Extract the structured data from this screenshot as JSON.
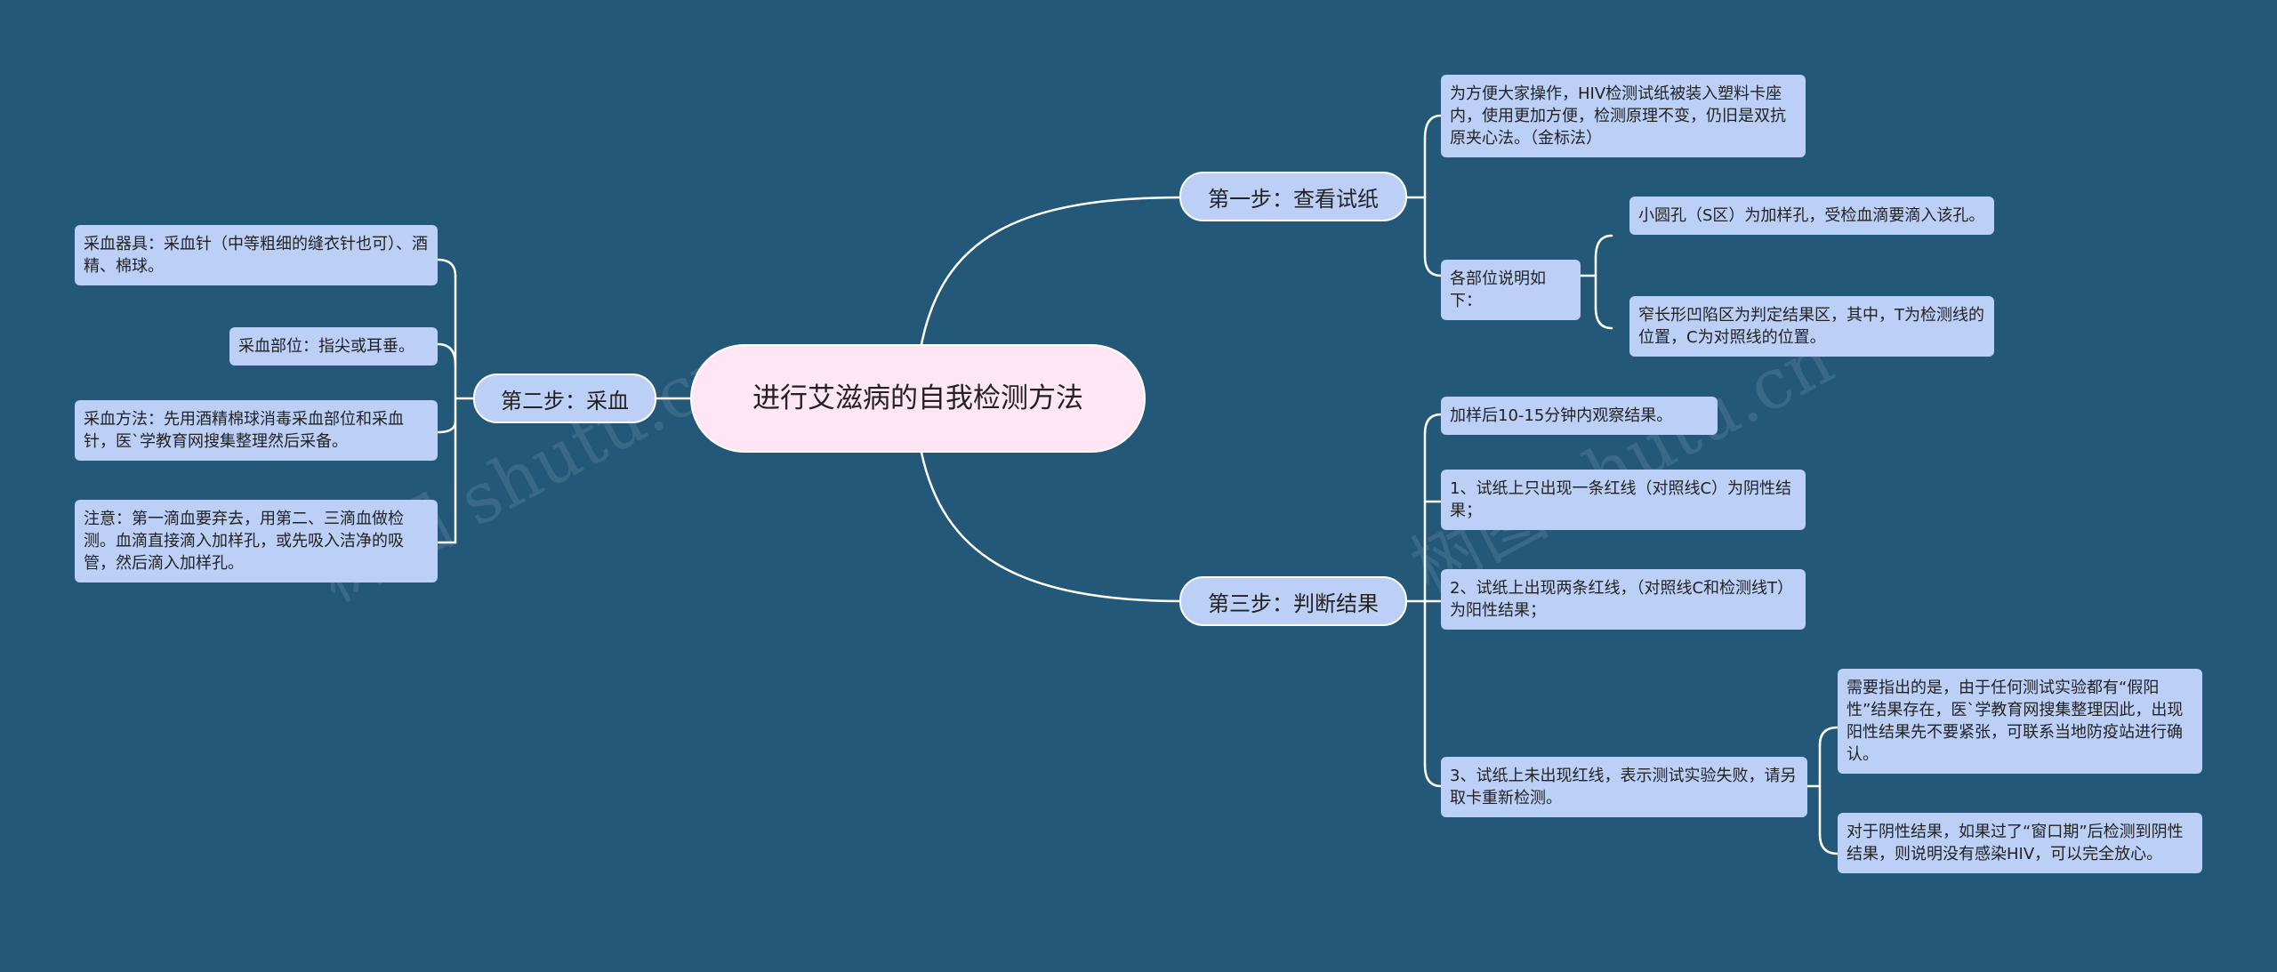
{
  "root": {
    "title": "进行艾滋病的自我检测方法"
  },
  "step1": {
    "label": "第一步：查看试纸",
    "intro": "为方便大家操作，HIV检测试纸被装入塑料卡座内，使用更加方便，检测原理不变，仍旧是双抗原夹心法。（金标法）",
    "parts_label": "各部位说明如下：",
    "part_a": "小圆孔（S区）为加样孔，受检血滴要滴入该孔。",
    "part_b": "窄长形凹陷区为判定结果区，其中，T为检测线的位置，C为对照线的位置。"
  },
  "step2": {
    "label": "第二步：采血",
    "tools": "采血器具：采血针（中等粗细的缝衣针也可）、酒精、棉球。",
    "site": "采血部位：指尖或耳垂。",
    "method": "采血方法：先用酒精棉球消毒采血部位和采血针，医`学教育网搜集整理然后采备。",
    "note": "注意：第一滴血要弃去，用第二、三滴血做检测。血滴直接滴入加样孔，或先吸入洁净的吸管，然后滴入加样孔。"
  },
  "step3": {
    "label": "第三步：判断结果",
    "observe": "加样后10-15分钟内观察结果。",
    "r1": "1、试纸上只出现一条红线（对照线C）为阴性结果；",
    "r2": "2、试纸上出现两条红线，（对照线C和检测线T）为阳性结果；",
    "r3": "3、试纸上未出现红线，表示测试实验失败，请另取卡重新检测。",
    "r3_note1": "需要指出的是，由于任何测试实验都有“假阳性”结果存在，医`学教育网搜集整理因此，出现阳性结果先不要紧张，可联系当地防疫站进行确认。",
    "r3_note2": "对于阴性结果，如果过了“窗口期”后检测到阴性结果，则说明没有感染HIV，可以完全放心。"
  },
  "watermark": {
    "text_left": "树图 shutu.cn",
    "text_right": "树图 shutu.cn"
  },
  "colors": {
    "background": "#235878",
    "node": "#bcd0f7",
    "root": "#ffe6f5",
    "line": "#ffffff"
  }
}
